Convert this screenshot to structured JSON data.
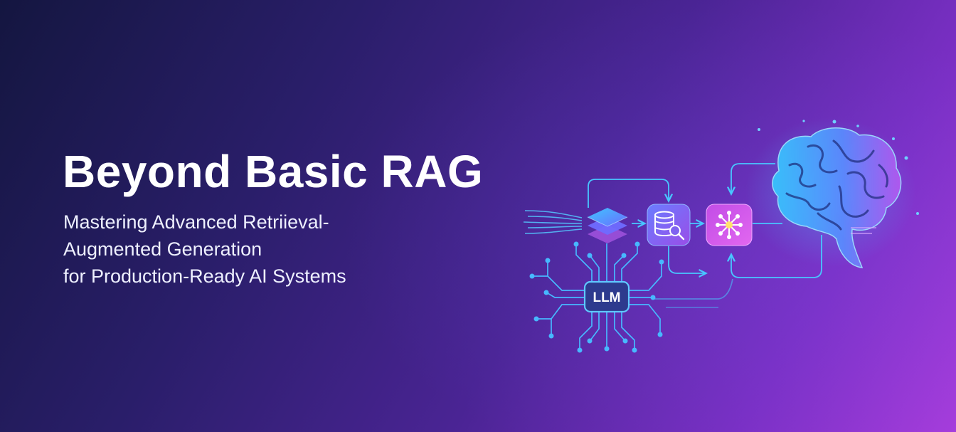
{
  "banner": {
    "title": "Beyond Basic RAG",
    "subtitle_lines": [
      "Mastering Advanced Retriieval-",
      "Augmented Generation",
      "for Production-Ready AI Systems"
    ]
  },
  "diagram": {
    "llm_label": "LLM",
    "icons": [
      "layers-icon",
      "database-search-icon",
      "network-hub-icon",
      "brain-icon"
    ]
  },
  "colors": {
    "background_start": "#141640",
    "background_end": "#a53ddc",
    "accent_cyan": "#38c8ff",
    "accent_magenta": "#d060ff"
  }
}
